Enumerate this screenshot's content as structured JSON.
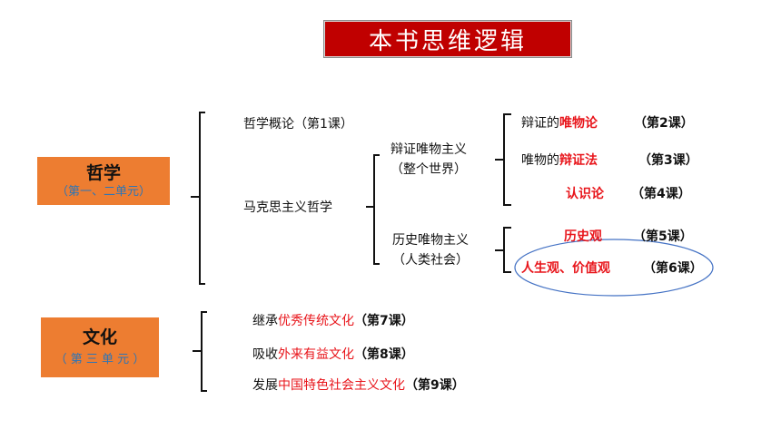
{
  "title": "本书思维逻辑",
  "philosophy": {
    "label": "哲学",
    "sub": "（第一、二单元）",
    "intro": "哲学概论（第1课）",
    "marxism": "马克思主义哲学",
    "dialectical": {
      "line1": "辩证唯物主义",
      "line2": "（整个世界）"
    },
    "historical": {
      "line1": "历史唯物主义",
      "line2": "（人类社会）"
    },
    "lessons": [
      {
        "pre": "辩证的",
        "red": "唯物论",
        "num": "（第2课）"
      },
      {
        "pre": "唯物的",
        "red": "辩证法",
        "num": "（第3课）"
      },
      {
        "pre": "",
        "red": "认识论",
        "num": "（第4课）"
      },
      {
        "pre": "",
        "red": "历史观",
        "num": "（第5课）"
      },
      {
        "pre": "",
        "red": "人生观、价值观",
        "num": "（第6课）"
      }
    ]
  },
  "culture": {
    "label": "文化",
    "sub": "（ 第 三 单 元 ）",
    "items": [
      {
        "pre": "继承",
        "red": "优秀传统文化",
        "num": "（第7课）"
      },
      {
        "pre": "吸收",
        "red": "外来有益文化",
        "num": "（第8课）"
      },
      {
        "pre": "发展",
        "red": "中国特色社会主义文化",
        "num": "（第9课）"
      }
    ]
  }
}
